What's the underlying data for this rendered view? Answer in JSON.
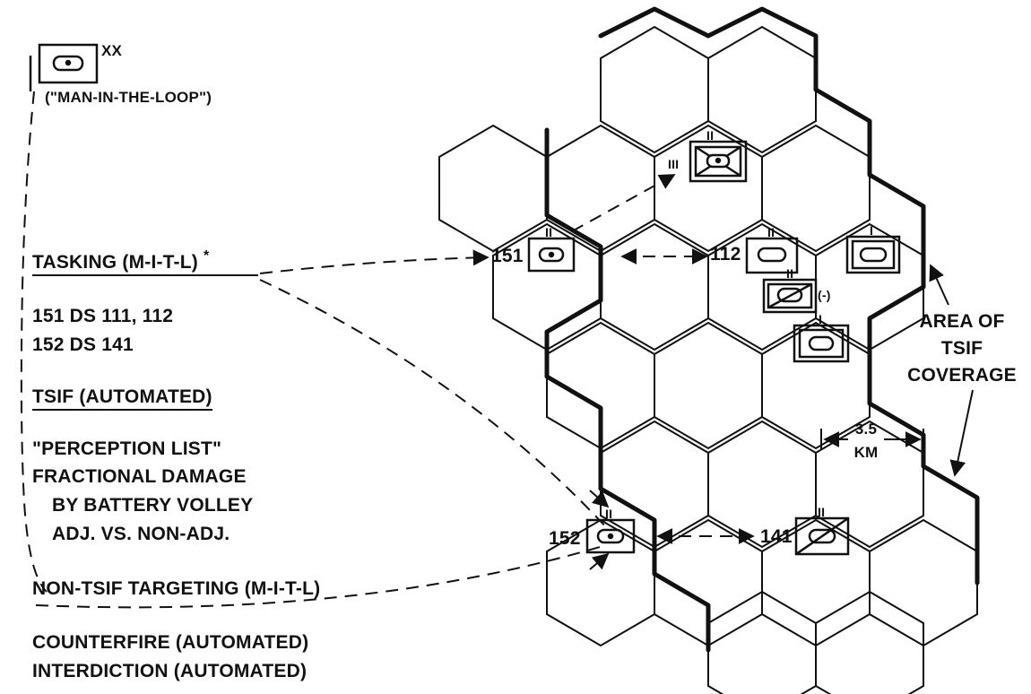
{
  "legend": {
    "echelon_xx": "XX",
    "man_in_the_loop": "(\"MAN-IN-THE-LOOP\")"
  },
  "left_panel": {
    "tasking": "TASKING (M-I-T-L)",
    "tasking_asterisk": "*",
    "ds_line_1": "151 DS 111, 112",
    "ds_line_2": "152 DS 141",
    "tsif": "TSIF (AUTOMATED)",
    "perception_lines": [
      "\"PERCEPTION LIST\"",
      "FRACTIONAL DAMAGE",
      "BY BATTERY VOLLEY",
      "ADJ. VS. NON-ADJ."
    ],
    "non_tsif": "NON-TSIF TARGETING (M-I-T-L)",
    "counterfire": "COUNTERFIRE (AUTOMATED)",
    "interdiction": "INTERDICTION (AUTOMATED)"
  },
  "map": {
    "unit_labels": {
      "u151": "151",
      "u112": "112",
      "u152": "152",
      "u141": "141"
    },
    "echelon_marks": {
      "battalion": "II",
      "company": "I",
      "regiment": "III",
      "minus": "(-)"
    },
    "area_label": [
      "AREA OF",
      "TSIF",
      "COVERAGE"
    ],
    "scale_value": "3.5",
    "scale_unit": "KM"
  }
}
